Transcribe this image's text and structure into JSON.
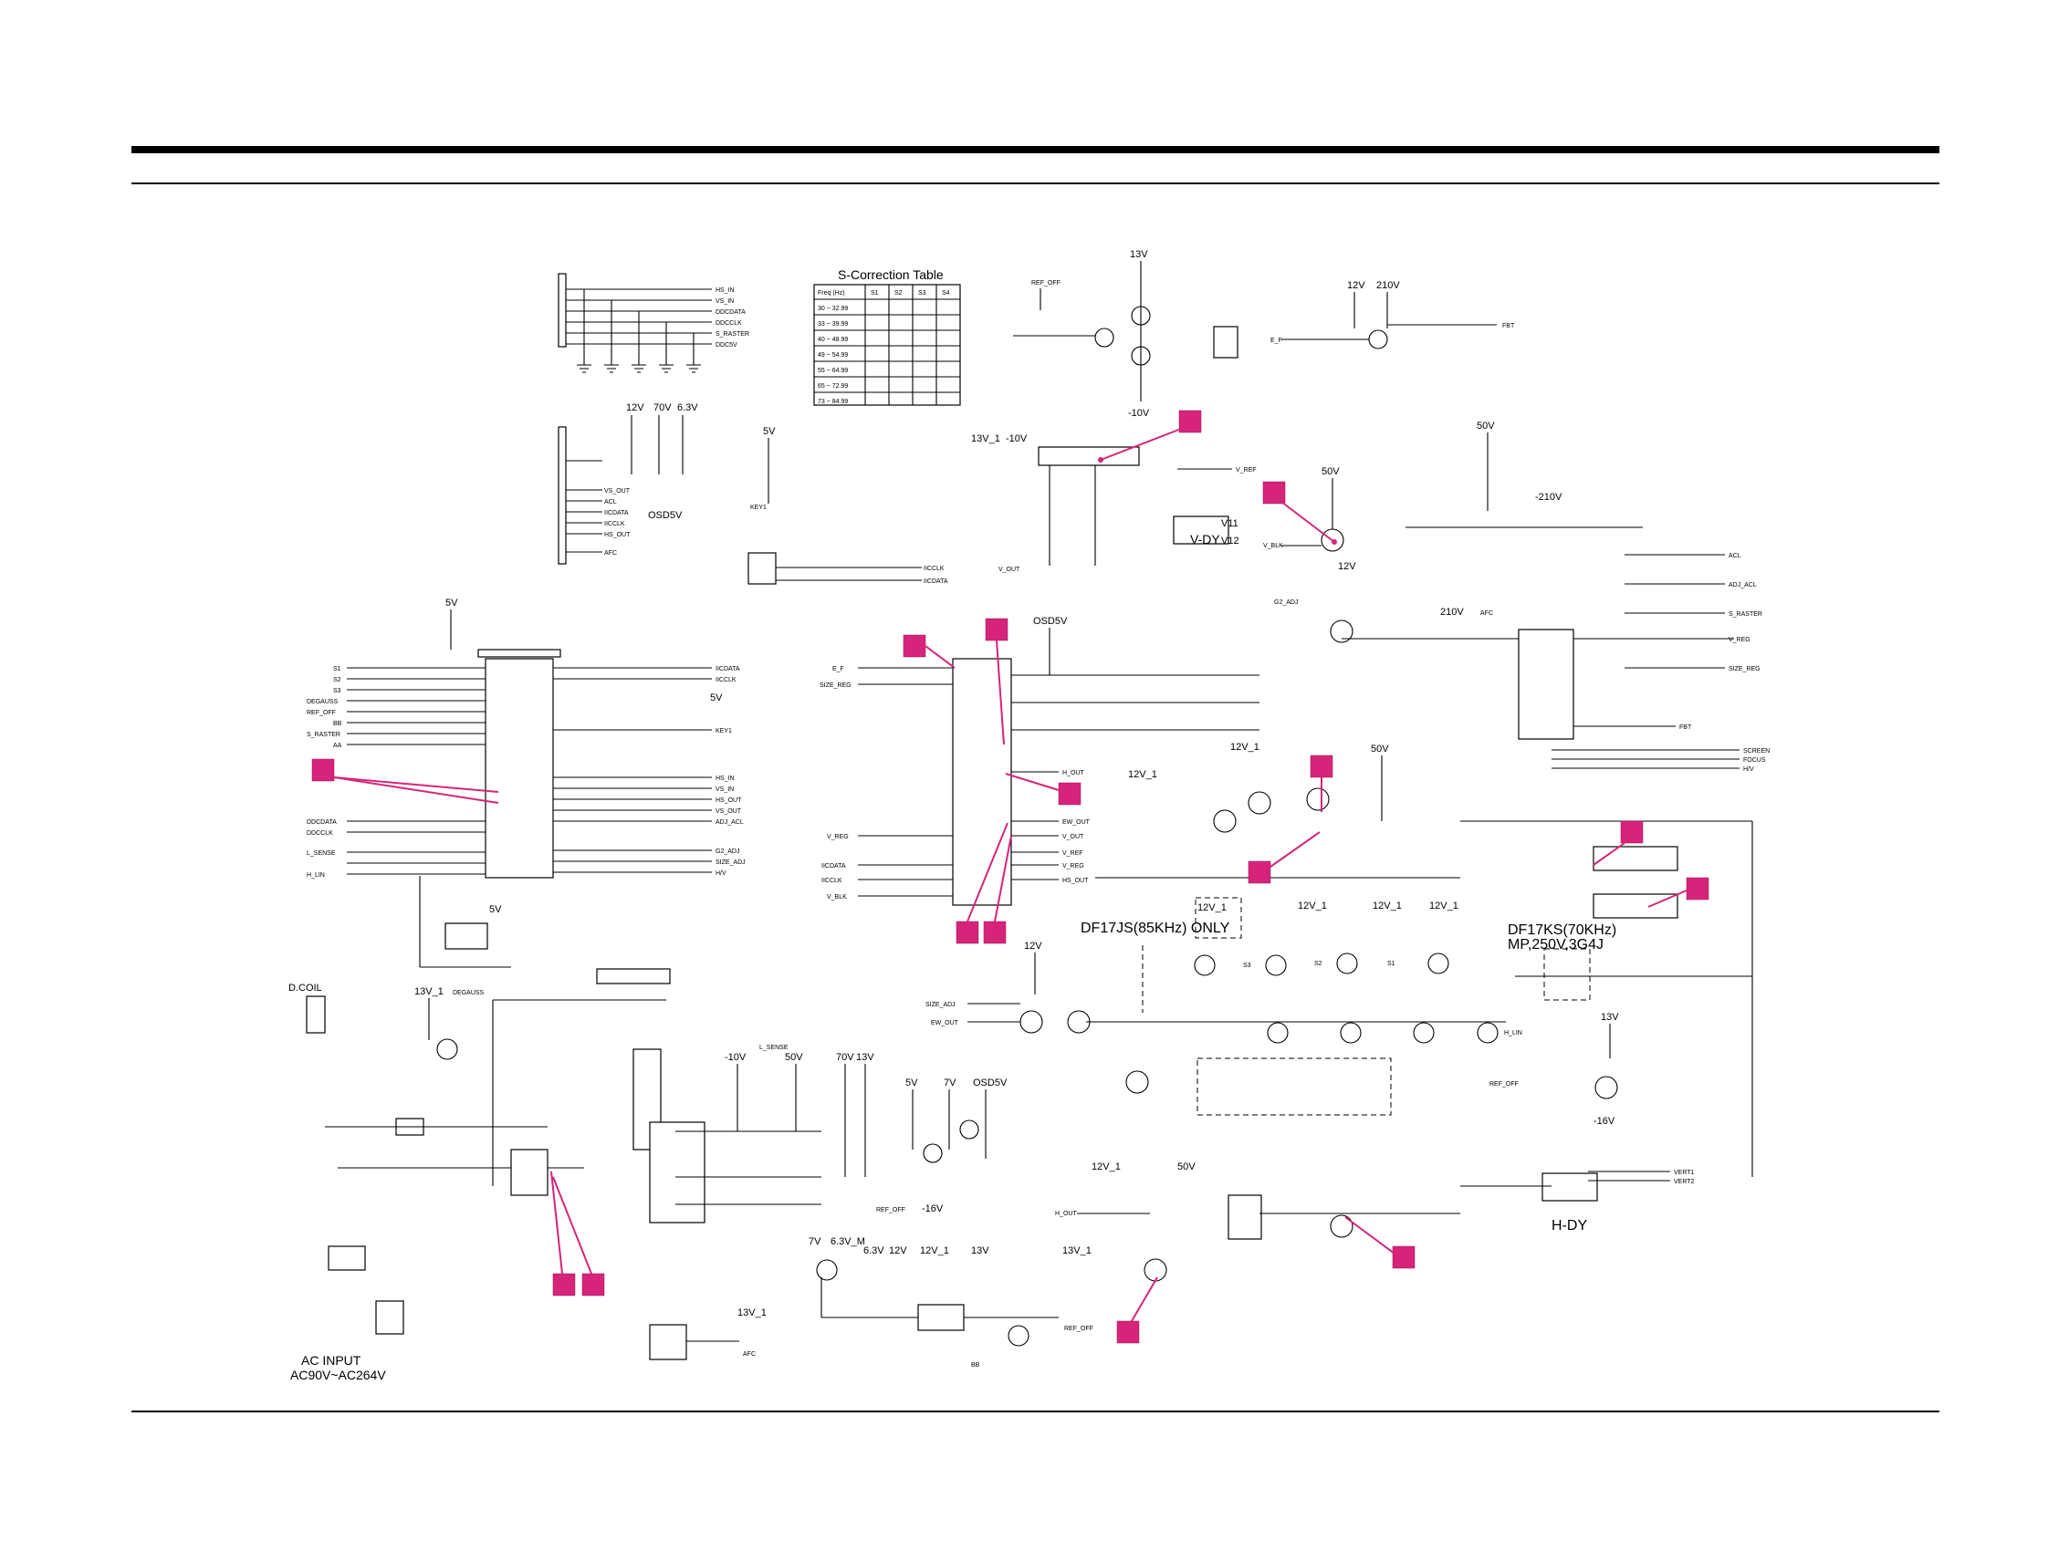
{
  "colors": {
    "marker": "#d6247a",
    "ink": "#000000",
    "paper": "#ffffff"
  },
  "s_table": {
    "title": "S-Correction Table",
    "headers": [
      "Freq (Hz)",
      "S1",
      "S2",
      "S3",
      "S4"
    ],
    "rows": [
      [
        "30 ~ 32.99",
        "",
        "",
        "",
        ""
      ],
      [
        "33 ~ 39.99",
        "",
        "",
        "",
        ""
      ],
      [
        "40 ~ 48.99",
        "",
        "",
        "",
        ""
      ],
      [
        "49 ~ 54.99",
        "",
        "",
        "",
        ""
      ],
      [
        "55 ~ 64.99",
        "",
        "",
        "",
        ""
      ],
      [
        "65 ~ 72.99",
        "",
        "",
        "",
        ""
      ],
      [
        "73 ~ 84.99",
        "",
        "",
        "",
        ""
      ]
    ]
  },
  "labels": {
    "v13": "13V",
    "v12": "12V",
    "v210": "210V",
    "v50": "50V",
    "v5": "5V",
    "v12_1": "12V_1",
    "v13_1": "13V_1",
    "vm10": "-10V",
    "vm210": "-210V",
    "v70": "70V",
    "v6_3": "6.3V",
    "osd5v": "OSD5V",
    "vdy": "V-DY",
    "hdy": "H-DY",
    "df17js": "DF17JS(85KHz) ONLY",
    "df17ks": "DF17KS(70KHz)",
    "df17ks_sub": "MP,250V,3G4J",
    "ac_input": "AC INPUT",
    "ac_range": "AC90V~AC264V",
    "dcoil": "D.COIL",
    "screen": "SCREEN",
    "focus": "FOCUS",
    "hv": "H/V",
    "v_ref": "V_REF",
    "v_reg": "V_REG",
    "size_reg": "SIZE_REG",
    "acl": "ACL",
    "adj_acl": "ADJ_ACL",
    "fbt": "FBT",
    "hs_in": "HS_IN",
    "vs_in": "VS_IN",
    "ddcdata": "DDCDATA",
    "ddcclk": "DDCCLK",
    "s_raster": "S_RASTER",
    "ddc5v": "DDC5V",
    "key1": "KEY1",
    "iicdata": "IICDATA",
    "iicclk": "IICCLK",
    "vert1": "VERT1",
    "vert2": "VERT2",
    "hs_out": "HS_OUT",
    "vs_out": "VS_OUT",
    "v_out": "V_OUT",
    "h_out": "H_OUT",
    "v_blk": "V_BLK",
    "e_f": "E_F",
    "ref_off": "REF_OFF",
    "v_12": "V12",
    "v_11": "V11",
    "size_adj": "SIZE_ADJ",
    "ew_out": "EW_OUT",
    "l_sense": "L_SENSE",
    "h_lin": "H_LIN",
    "g2_adj": "G2_ADJ",
    "v6_3m": "6.3V_M",
    "v7": "7V",
    "vm16": "-16V",
    "afc": "AFC",
    "aa": "AA",
    "bb": "BB",
    "degauss": "DEGAUSS",
    "s1": "S1",
    "s2": "S2",
    "s3": "S3",
    "s4": "S4"
  }
}
